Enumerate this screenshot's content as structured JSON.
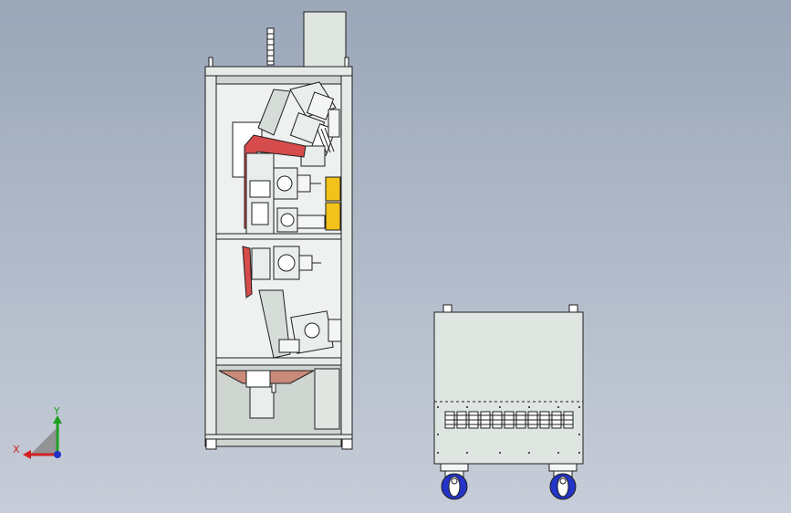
{
  "axes": {
    "x_label": "X",
    "y_label": "Y"
  },
  "colors": {
    "panel": "#dfe5e1",
    "outline": "#1e1e1e",
    "frame": "#cfd6d2",
    "accent_red": "#d64b4b",
    "accent_yellow": "#f2c21b",
    "wheel_blue": "#2434c8",
    "axis_x": "#d02020",
    "axis_y": "#20a020",
    "axis_z": "#2030c8"
  },
  "views": [
    "left-elevation",
    "right-elevation"
  ]
}
